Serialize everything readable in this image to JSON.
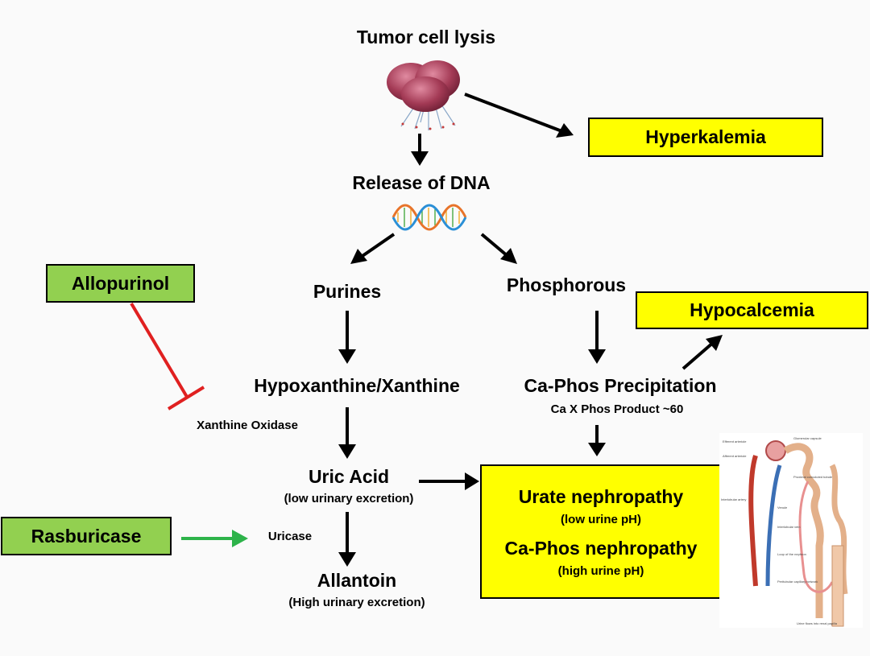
{
  "nodes": {
    "tumor_cell_lysis": "Tumor cell lysis",
    "release_of_dna": "Release of DNA",
    "purines": "Purines",
    "phosphorous": "Phosphorous",
    "hypoxanthine_xanthine": "Hypoxanthine/Xanthine",
    "ca_phos_precipitation": "Ca-Phos Precipitation",
    "ca_x_phos_product": "Ca X Phos Product ~60",
    "xanthine_oxidase": "Xanthine Oxidase",
    "uric_acid": "Uric Acid",
    "uric_acid_note": "(low urinary excretion)",
    "uricase": "Uricase",
    "allantoin": "Allantoin",
    "allantoin_note": "(High urinary excretion)"
  },
  "boxes": {
    "hyperkalemia": "Hyperkalemia",
    "hypocalcemia": "Hypocalcemia",
    "allopurinol": "Allopurinol",
    "rasburicase": "Rasburicase",
    "urate_nephropathy": "Urate nephropathy",
    "urate_note": "(low urine pH)",
    "ca_phos_nephropathy": "Ca-Phos nephropathy",
    "ca_phos_note": "(high urine pH)"
  },
  "colors": {
    "yellow_box": "#ffff00",
    "green_box": "#92d050",
    "inhibit_line": "#e02020",
    "activate_arrow": "#2db34a",
    "cell": "#a33a55",
    "dna_strand_1": "#e8742a",
    "dna_strand_2": "#2a8fd6"
  },
  "kidney_labels": [
    "Glomerular capsule",
    "Efferent arteriole",
    "Afferent arteriole",
    "Proximal convoluted tubule",
    "Interlobular artery",
    "Venule",
    "Interlobular vein",
    "Loop of the nephron",
    "Peritubular capillary network",
    "Urine flows into renal papilla"
  ]
}
